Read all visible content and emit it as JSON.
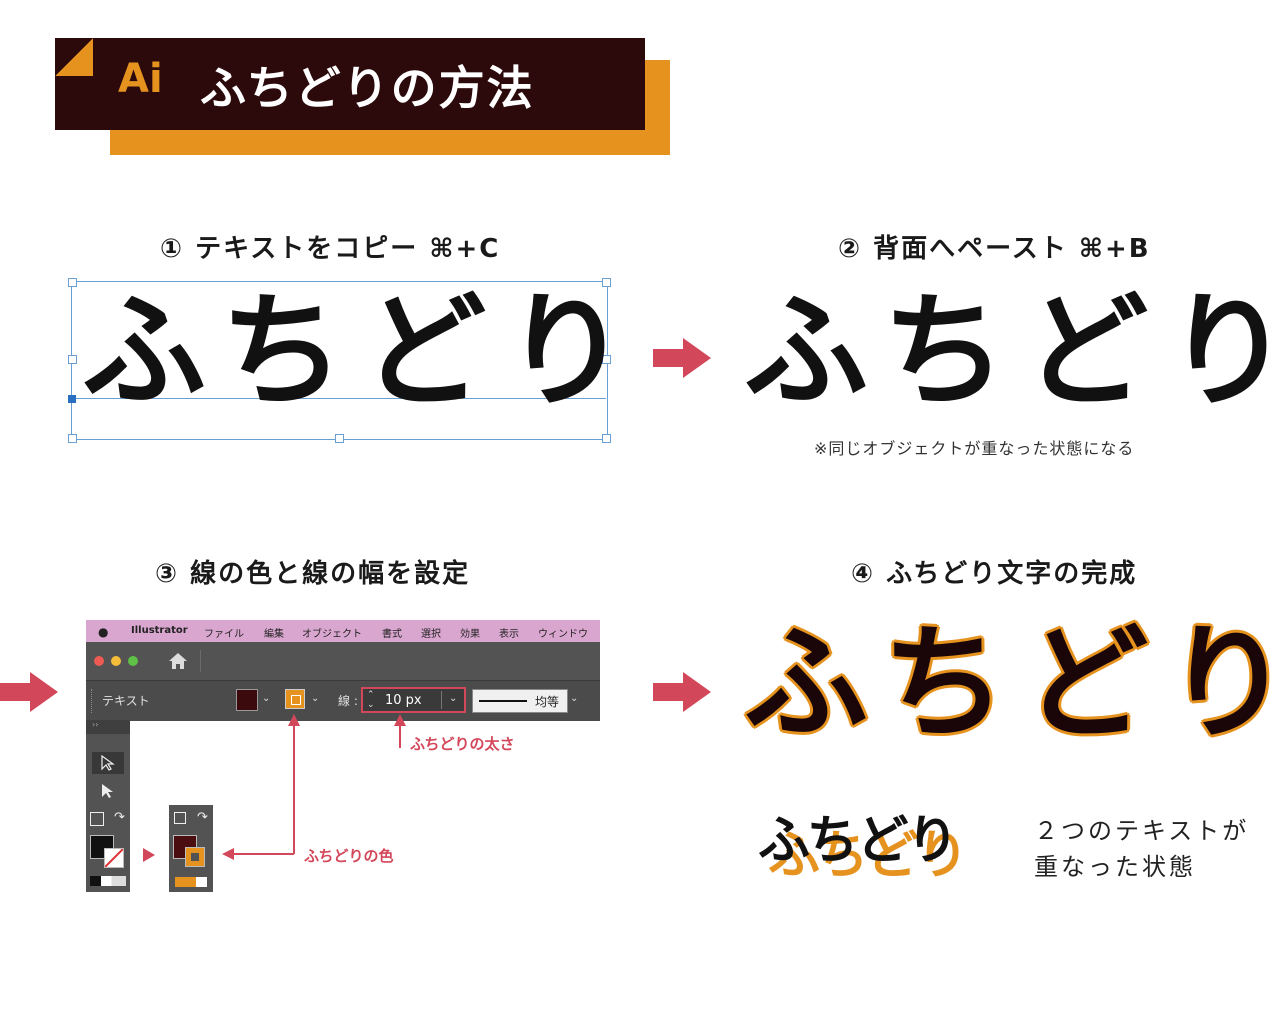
{
  "banner": {
    "logo": "Ai",
    "title": "ふちどりの方法"
  },
  "step1": {
    "title": "① テキストをコピー ⌘+C",
    "word": "ふちどり"
  },
  "step2": {
    "title": "② 背面へペースト ⌘+B",
    "word": "ふちどり",
    "note": "※同じオブジェクトが重なった状態になる"
  },
  "step3": {
    "title": "③ 線の色と線の幅を設定",
    "menu": [
      "Illustrator",
      "ファイル",
      "編集",
      "オブジェクト",
      "書式",
      "選択",
      "効果",
      "表示",
      "ウィンドウ"
    ],
    "toolbar_label": "テキスト",
    "stroke_label": "線 :",
    "stroke_value": "10 px",
    "stroke_style": "均等",
    "width_label": "ふちどりの太さ",
    "color_label": "ふちどりの色"
  },
  "step4": {
    "title": "④ ふちどり文字の完成",
    "word": "ふちどり",
    "desc_line1": "２つのテキストが",
    "desc_line2": "重なった状態"
  },
  "colors": {
    "accent": "#e5921f",
    "dark": "#2c0a0c",
    "arrow": "#d3475a",
    "menubar": "#d9a6cf"
  }
}
